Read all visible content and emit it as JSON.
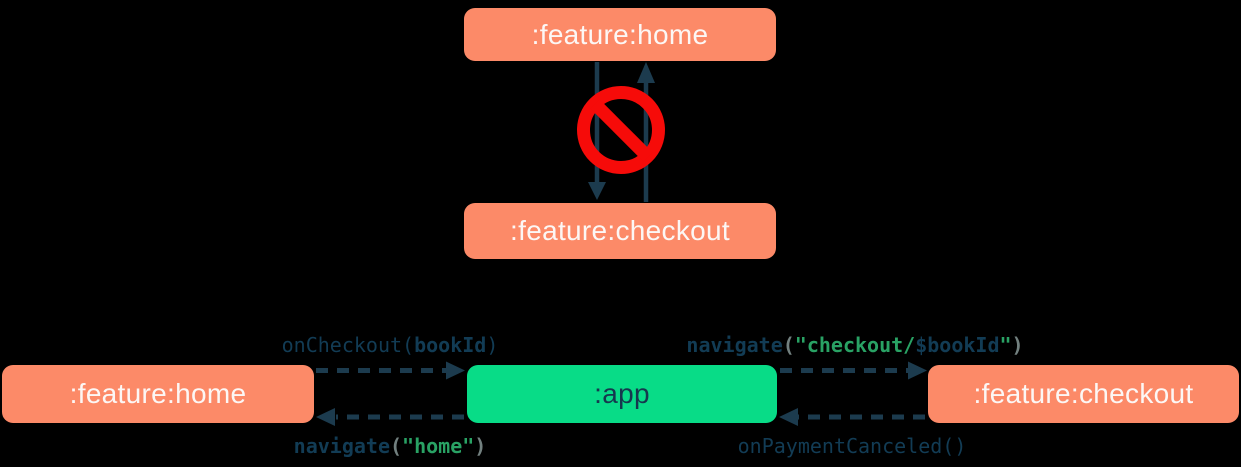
{
  "colors": {
    "background": "#000000",
    "salmon": "#FC8A68",
    "green_box": "#08DC87",
    "navy": "#1C3B4E",
    "code_navy": "#123C55",
    "code_green": "#29A264",
    "code_gray": "#72807F",
    "red": "#F60B09",
    "box_text": "#FCF7F5",
    "app_text": "#16384E"
  },
  "icons": {
    "forbidden": "no-entry-prohibition-sign"
  },
  "top_diagram": {
    "home_box_label": ":feature:home",
    "checkout_box_label": ":feature:checkout",
    "edges": [
      {
        "from": ":feature:home",
        "to": ":feature:checkout",
        "style": "solid",
        "status": "forbidden"
      },
      {
        "from": ":feature:checkout",
        "to": ":feature:home",
        "style": "solid",
        "status": "forbidden"
      }
    ]
  },
  "bottom_diagram": {
    "home_box_label": ":feature:home",
    "app_box_label": ":app",
    "checkout_box_label": ":feature:checkout",
    "edges": [
      {
        "from": ":feature:home",
        "to": ":app",
        "style": "dashed",
        "label": "onCheckout(bookId)"
      },
      {
        "from": ":app",
        "to": ":feature:home",
        "style": "dashed",
        "label": "navigate(\"home\")"
      },
      {
        "from": ":app",
        "to": ":feature:checkout",
        "style": "dashed",
        "label": "navigate(\"checkout/$bookId\")"
      },
      {
        "from": ":feature:checkout",
        "to": ":app",
        "style": "dashed",
        "label": "onPaymentCanceled()"
      }
    ],
    "labels": {
      "on_checkout": {
        "parts": [
          {
            "text": "onCheckout(",
            "style": "fn"
          },
          {
            "text": "bookId",
            "style": "fnb"
          },
          {
            "text": ")",
            "style": "fn"
          }
        ]
      },
      "navigate_home": {
        "parts": [
          {
            "text": "navigate",
            "style": "fnb"
          },
          {
            "text": "(",
            "style": "par"
          },
          {
            "text": "\"home\"",
            "style": "str"
          },
          {
            "text": ")",
            "style": "par"
          }
        ]
      },
      "navigate_checkout": {
        "parts": [
          {
            "text": "navigate",
            "style": "fnb"
          },
          {
            "text": "(",
            "style": "par"
          },
          {
            "text": "\"checkout/",
            "style": "str"
          },
          {
            "text": "$bookId",
            "style": "var"
          },
          {
            "text": "\"",
            "style": "str"
          },
          {
            "text": ")",
            "style": "par"
          }
        ]
      },
      "on_payment_canceled": {
        "parts": [
          {
            "text": "onPaymentCanceled()",
            "style": "fn"
          }
        ]
      }
    }
  }
}
